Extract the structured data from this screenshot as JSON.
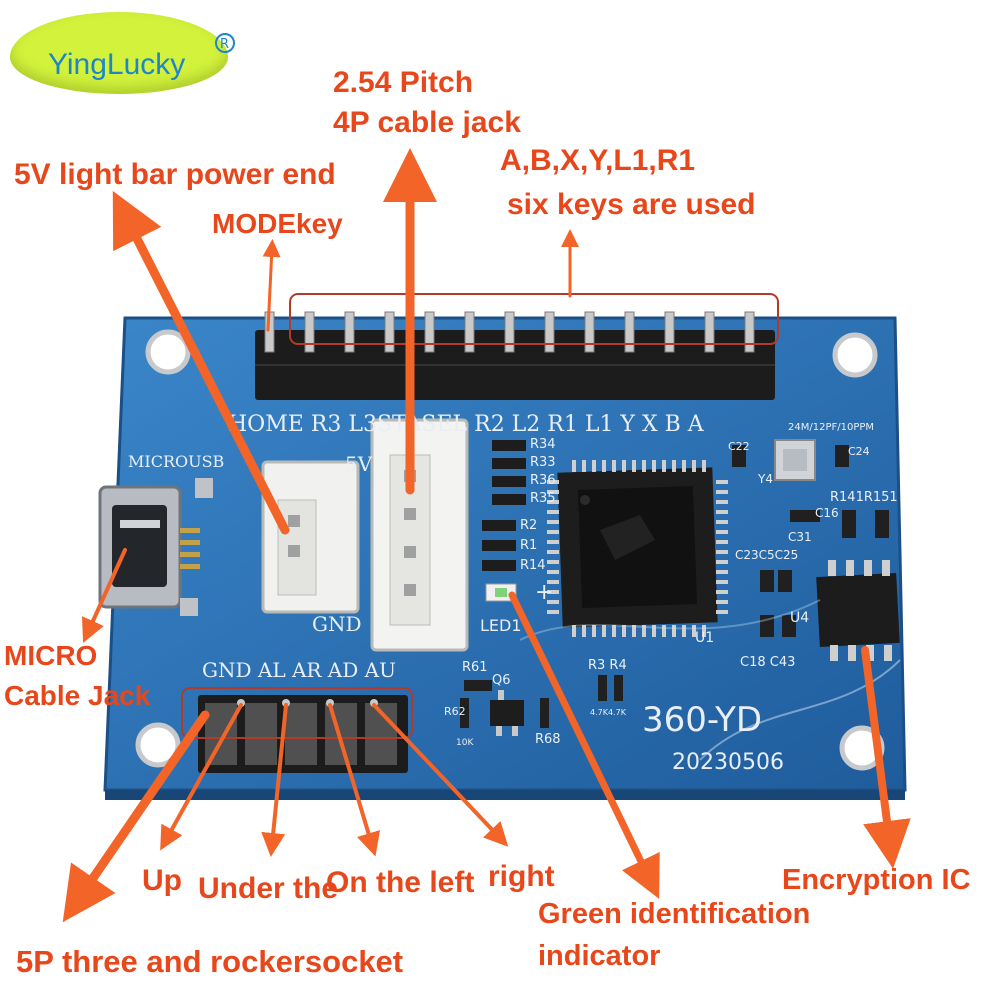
{
  "brand": {
    "name": "YingLucky",
    "registered_mark": "R"
  },
  "board": {
    "pin_labels": [
      "HOME",
      "R3",
      "L3",
      "ST",
      "ASEL",
      "R2",
      "L2",
      "R1",
      "L1",
      "Y",
      "X",
      "B",
      "A"
    ],
    "header_label_text": "HOME R3 L3STASEL R2 L2 R1  L1  Y   X   B   A",
    "microusb_label": "MICROUSB",
    "five_v_label": "5V",
    "gnd_label": "GND",
    "joystick_labels": "GND AL AR  AD  AU",
    "model": "360-YD",
    "date_code": "20230506",
    "led_label": "LED1",
    "u1_label": "U1",
    "u4_label": "U4",
    "crystal_label": "24M/12PF/10PPM",
    "y4_label": "Y4",
    "resistor_labels": {
      "r34": "R34",
      "r33": "R33",
      "r36": "R36",
      "r35": "R35",
      "r2": "R2",
      "r1": "R1",
      "r14": "R14",
      "r61": "R61",
      "q6": "Q6",
      "r62": "R62",
      "r68": "R68",
      "r3r4": "R3 R4",
      "r141r151": "R141R151",
      "c16": "C16",
      "c31": "C31",
      "c23c5c25": "C23C5C25",
      "c18c43": "C18 C43",
      "c24": "C24",
      "c22": "C22",
      "r47k": "4.7K4.7K",
      "r10k": "10K"
    },
    "plus_sign": "+"
  },
  "annotations": {
    "pitch_line1": "2.54 Pitch",
    "pitch_line2": "4P cable jack",
    "light_bar": "5V light bar power end",
    "keys_line1": "A,B,X,Y,L1,R1",
    "keys_line2": "six keys are used",
    "mode_key": "MODEkey",
    "micro_line1": "MICRO",
    "micro_line2": "Cable Jack",
    "up": "Up",
    "under": "Under the",
    "left": "On the left",
    "right": "right",
    "green_line1": "Green identification",
    "green_line2": "indicator",
    "encryption": "Encryption IC",
    "socket": "5P three and rockersocket"
  },
  "colors": {
    "pcb_blue": "#2a6fb0",
    "callout_orange": "#e8471b",
    "logo_green": "#d3f23c",
    "logo_text_blue": "#1e86c8"
  }
}
